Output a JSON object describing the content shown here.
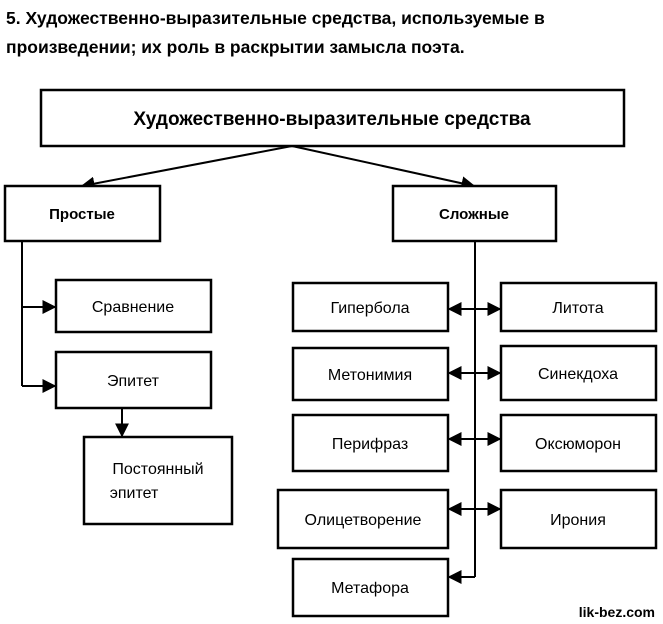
{
  "heading": "5. Художественно-выразительные средства, используемые в произведении; их роль в раскрытии замысла поэта.",
  "diagram": {
    "root": "Художественно-выразительные средства",
    "simple": {
      "label": "Простые",
      "comparison": "Сравнение",
      "epithet": "Эпитет",
      "constant_epithet_line1": "Постоянный",
      "constant_epithet_line2": "эпитет"
    },
    "complex": {
      "label": "Сложные",
      "hyperbole": "Гипербола",
      "litotes": "Литота",
      "metonymy": "Метонимия",
      "synecdoche": "Синекдоха",
      "periphrasis": "Перифраз",
      "oxymoron": "Оксюморон",
      "personification": "Олицетворение",
      "irony": "Ирония",
      "metaphor": "Метафора"
    }
  },
  "watermark": "lik-bez.com"
}
